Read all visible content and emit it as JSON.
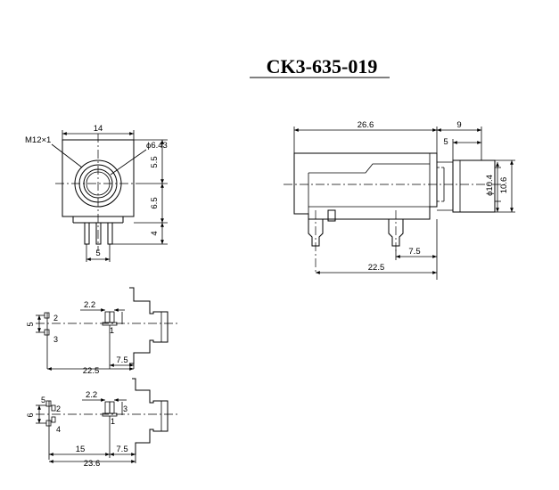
{
  "title": "CK3-635-019",
  "front_view": {
    "thread_label": "M12×1",
    "width_label": "14",
    "hole_label": "ϕ6.43",
    "upper_height_label": "5.5",
    "lower_height_label": "6.5",
    "pin_length_label": "4",
    "pin_pitch_label": "5"
  },
  "side_view": {
    "body_length_label": "26.6",
    "nut_length_label": "9",
    "nut_step_label": "5",
    "inner_diameter_label": "ϕ10.4",
    "outer_height_label": "10.6",
    "pin_offset_label": "7.5",
    "pin_span_label": "22.5"
  },
  "footprint_a": {
    "pin_gap_label": "5",
    "pin_2": "2",
    "pin_3": "3",
    "pin_1": "1",
    "offset_label": "2.2",
    "span_label": "22.5",
    "front_pin_label": "7.5"
  },
  "footprint_b": {
    "pin_gap_label": "6",
    "pin_5": "5",
    "pin_2": "2",
    "pin_4": "4",
    "pin_3": "3",
    "pin_1": "1",
    "offset_label": "2.2",
    "mid_label": "15",
    "front_pin_label": "7.5",
    "span_label": "23.6"
  }
}
